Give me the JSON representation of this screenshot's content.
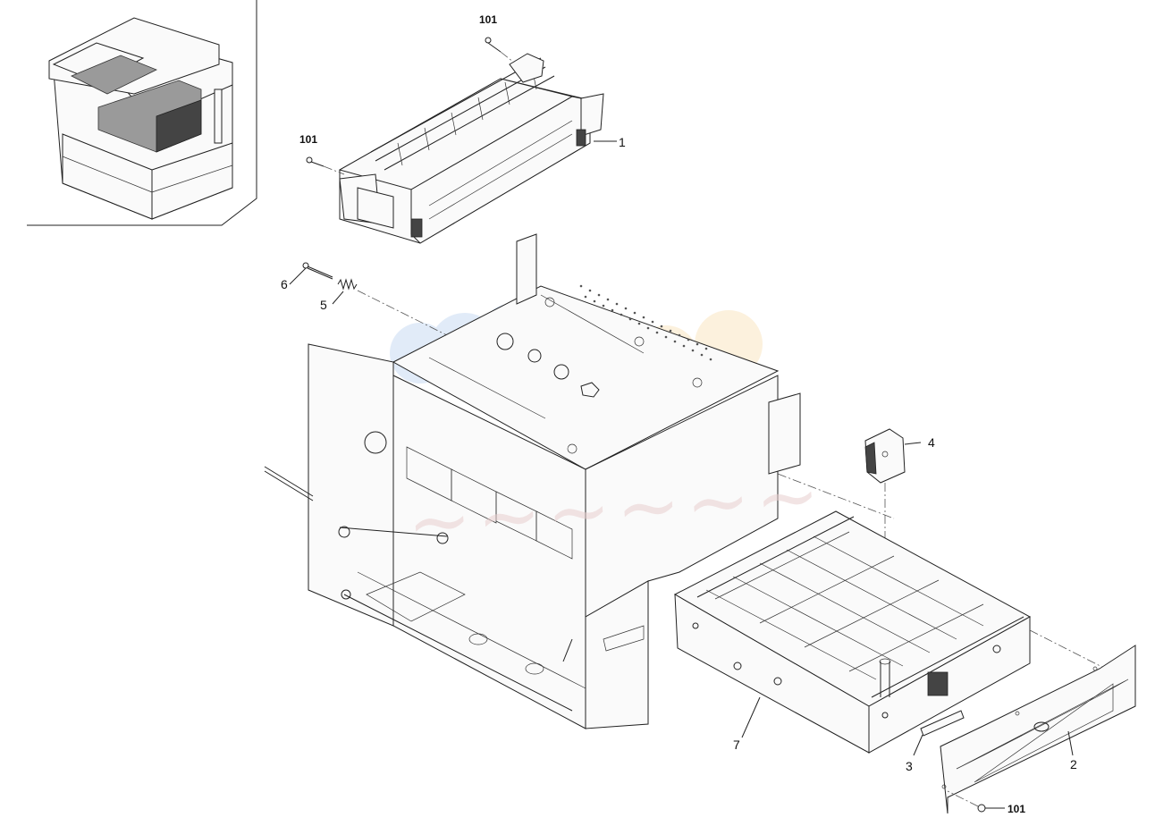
{
  "callouts": [
    {
      "id": "c101a",
      "label": "101",
      "bold": true
    },
    {
      "id": "c101b",
      "label": "101",
      "bold": true
    },
    {
      "id": "c1",
      "label": "1",
      "bold": false
    },
    {
      "id": "c6",
      "label": "6",
      "bold": false
    },
    {
      "id": "c5",
      "label": "5",
      "bold": false
    },
    {
      "id": "c4",
      "label": "4",
      "bold": false
    },
    {
      "id": "c7",
      "label": "7",
      "bold": false
    },
    {
      "id": "c3",
      "label": "3",
      "bold": false
    },
    {
      "id": "c2",
      "label": "2",
      "bold": false
    },
    {
      "id": "c101c",
      "label": "101",
      "bold": true
    }
  ],
  "colors": {
    "line": "#222222",
    "shade": "#9a9a9a",
    "watermark_blue": "#c9dcf4",
    "watermark_orange": "#fbe6c2"
  }
}
